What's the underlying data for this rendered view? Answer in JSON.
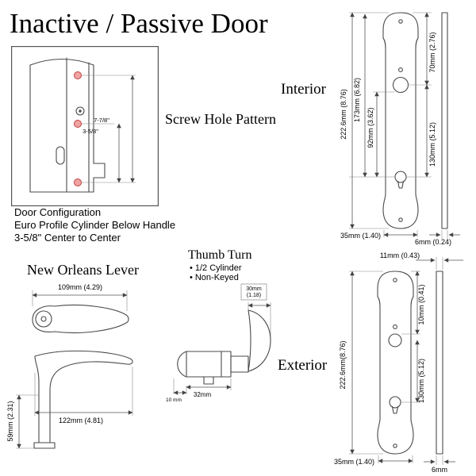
{
  "title": "Inactive / Passive Door",
  "screw_pattern": {
    "heading": "Screw Hole Pattern",
    "dim_overall": "7-7/8\"",
    "dim_lower": "3-5/8\"",
    "config_line1": "Door Configuration",
    "config_line2": "Euro Profile Cylinder Below Handle",
    "config_line3": "3-5/8\" Center to Center"
  },
  "interior": {
    "heading": "Interior",
    "dim_overall": "222.6mm (8.76)",
    "dim_173": "173mm (6.82)",
    "dim_92": "92mm (3.62)",
    "dim_70": "70mm (2.76)",
    "dim_130": "130mm (5.12)",
    "dim_width": "35mm (1.40)",
    "dim_thickness": "6mm (0.24)"
  },
  "lever": {
    "heading": "New Orleans Lever",
    "dim_top_length": "109mm (4.29)",
    "dim_side_length": "122mm (4.81)",
    "dim_height": "59mm (2.31)"
  },
  "thumb_turn": {
    "heading": "Thumb Turn",
    "bullet1": "1/2 Cylinder",
    "bullet2": "Non-Keyed",
    "dim_width": "30mm",
    "dim_width_in": "(1.18)",
    "dim_length": "32mm",
    "dim_offset": "10 mm"
  },
  "exterior": {
    "heading": "Exterior",
    "dim_overall": "222.6mm(8.76)",
    "dim_10": "10mm (0.41)",
    "dim_130": "130mm (5.12)",
    "dim_11": "11mm (0.43)",
    "dim_width": "35mm (1.40)",
    "dim_thickness": "6mm"
  }
}
